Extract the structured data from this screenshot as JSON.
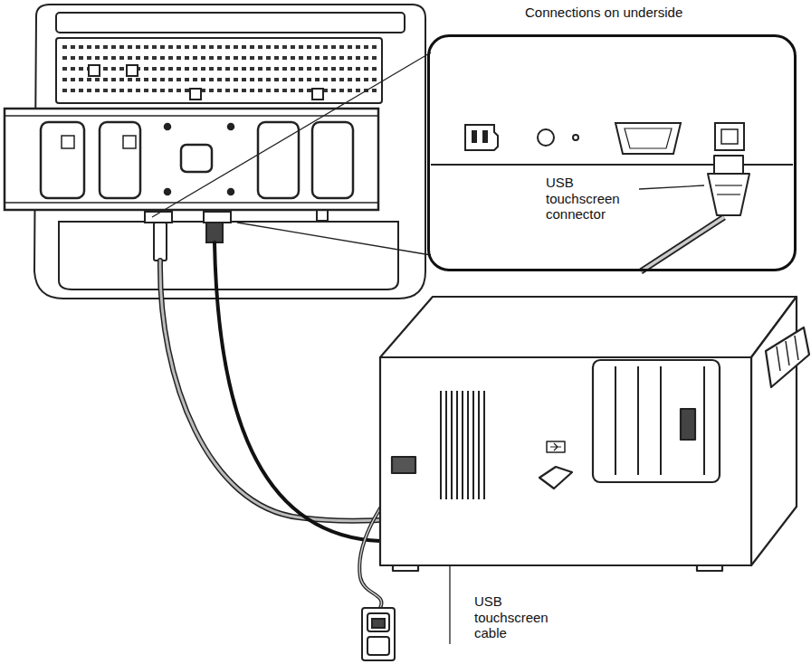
{
  "diagram": {
    "nodes": [
      {
        "text": [
          "Connections on underside",
          "USB touchscreen connector"
        ]
      }
    ],
    "labels": [
      "USB touchscreen cable"
    ]
  }
}
